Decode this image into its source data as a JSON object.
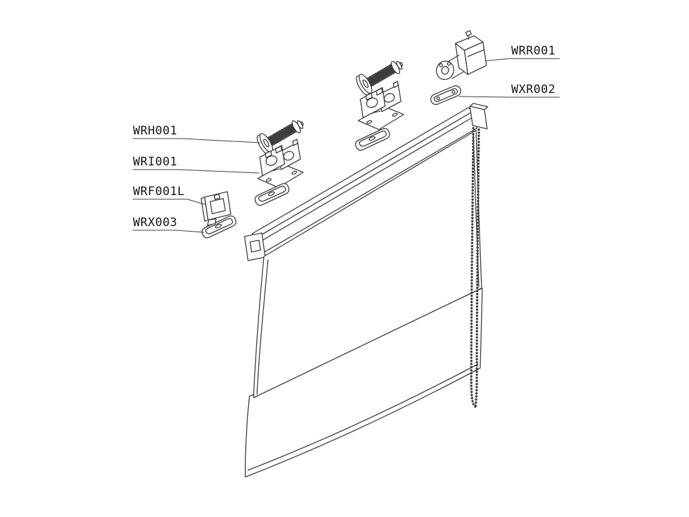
{
  "colors": {
    "line": "#3d3d3d",
    "text": "#161616",
    "background": "#ffffff"
  },
  "labels": {
    "left": [
      {
        "text": "WRH001"
      },
      {
        "text": "WRI001"
      },
      {
        "text": "WRF001L"
      },
      {
        "text": "WRX003"
      }
    ],
    "right": [
      {
        "text": "WRR001"
      },
      {
        "text": "WXR002"
      }
    ]
  }
}
